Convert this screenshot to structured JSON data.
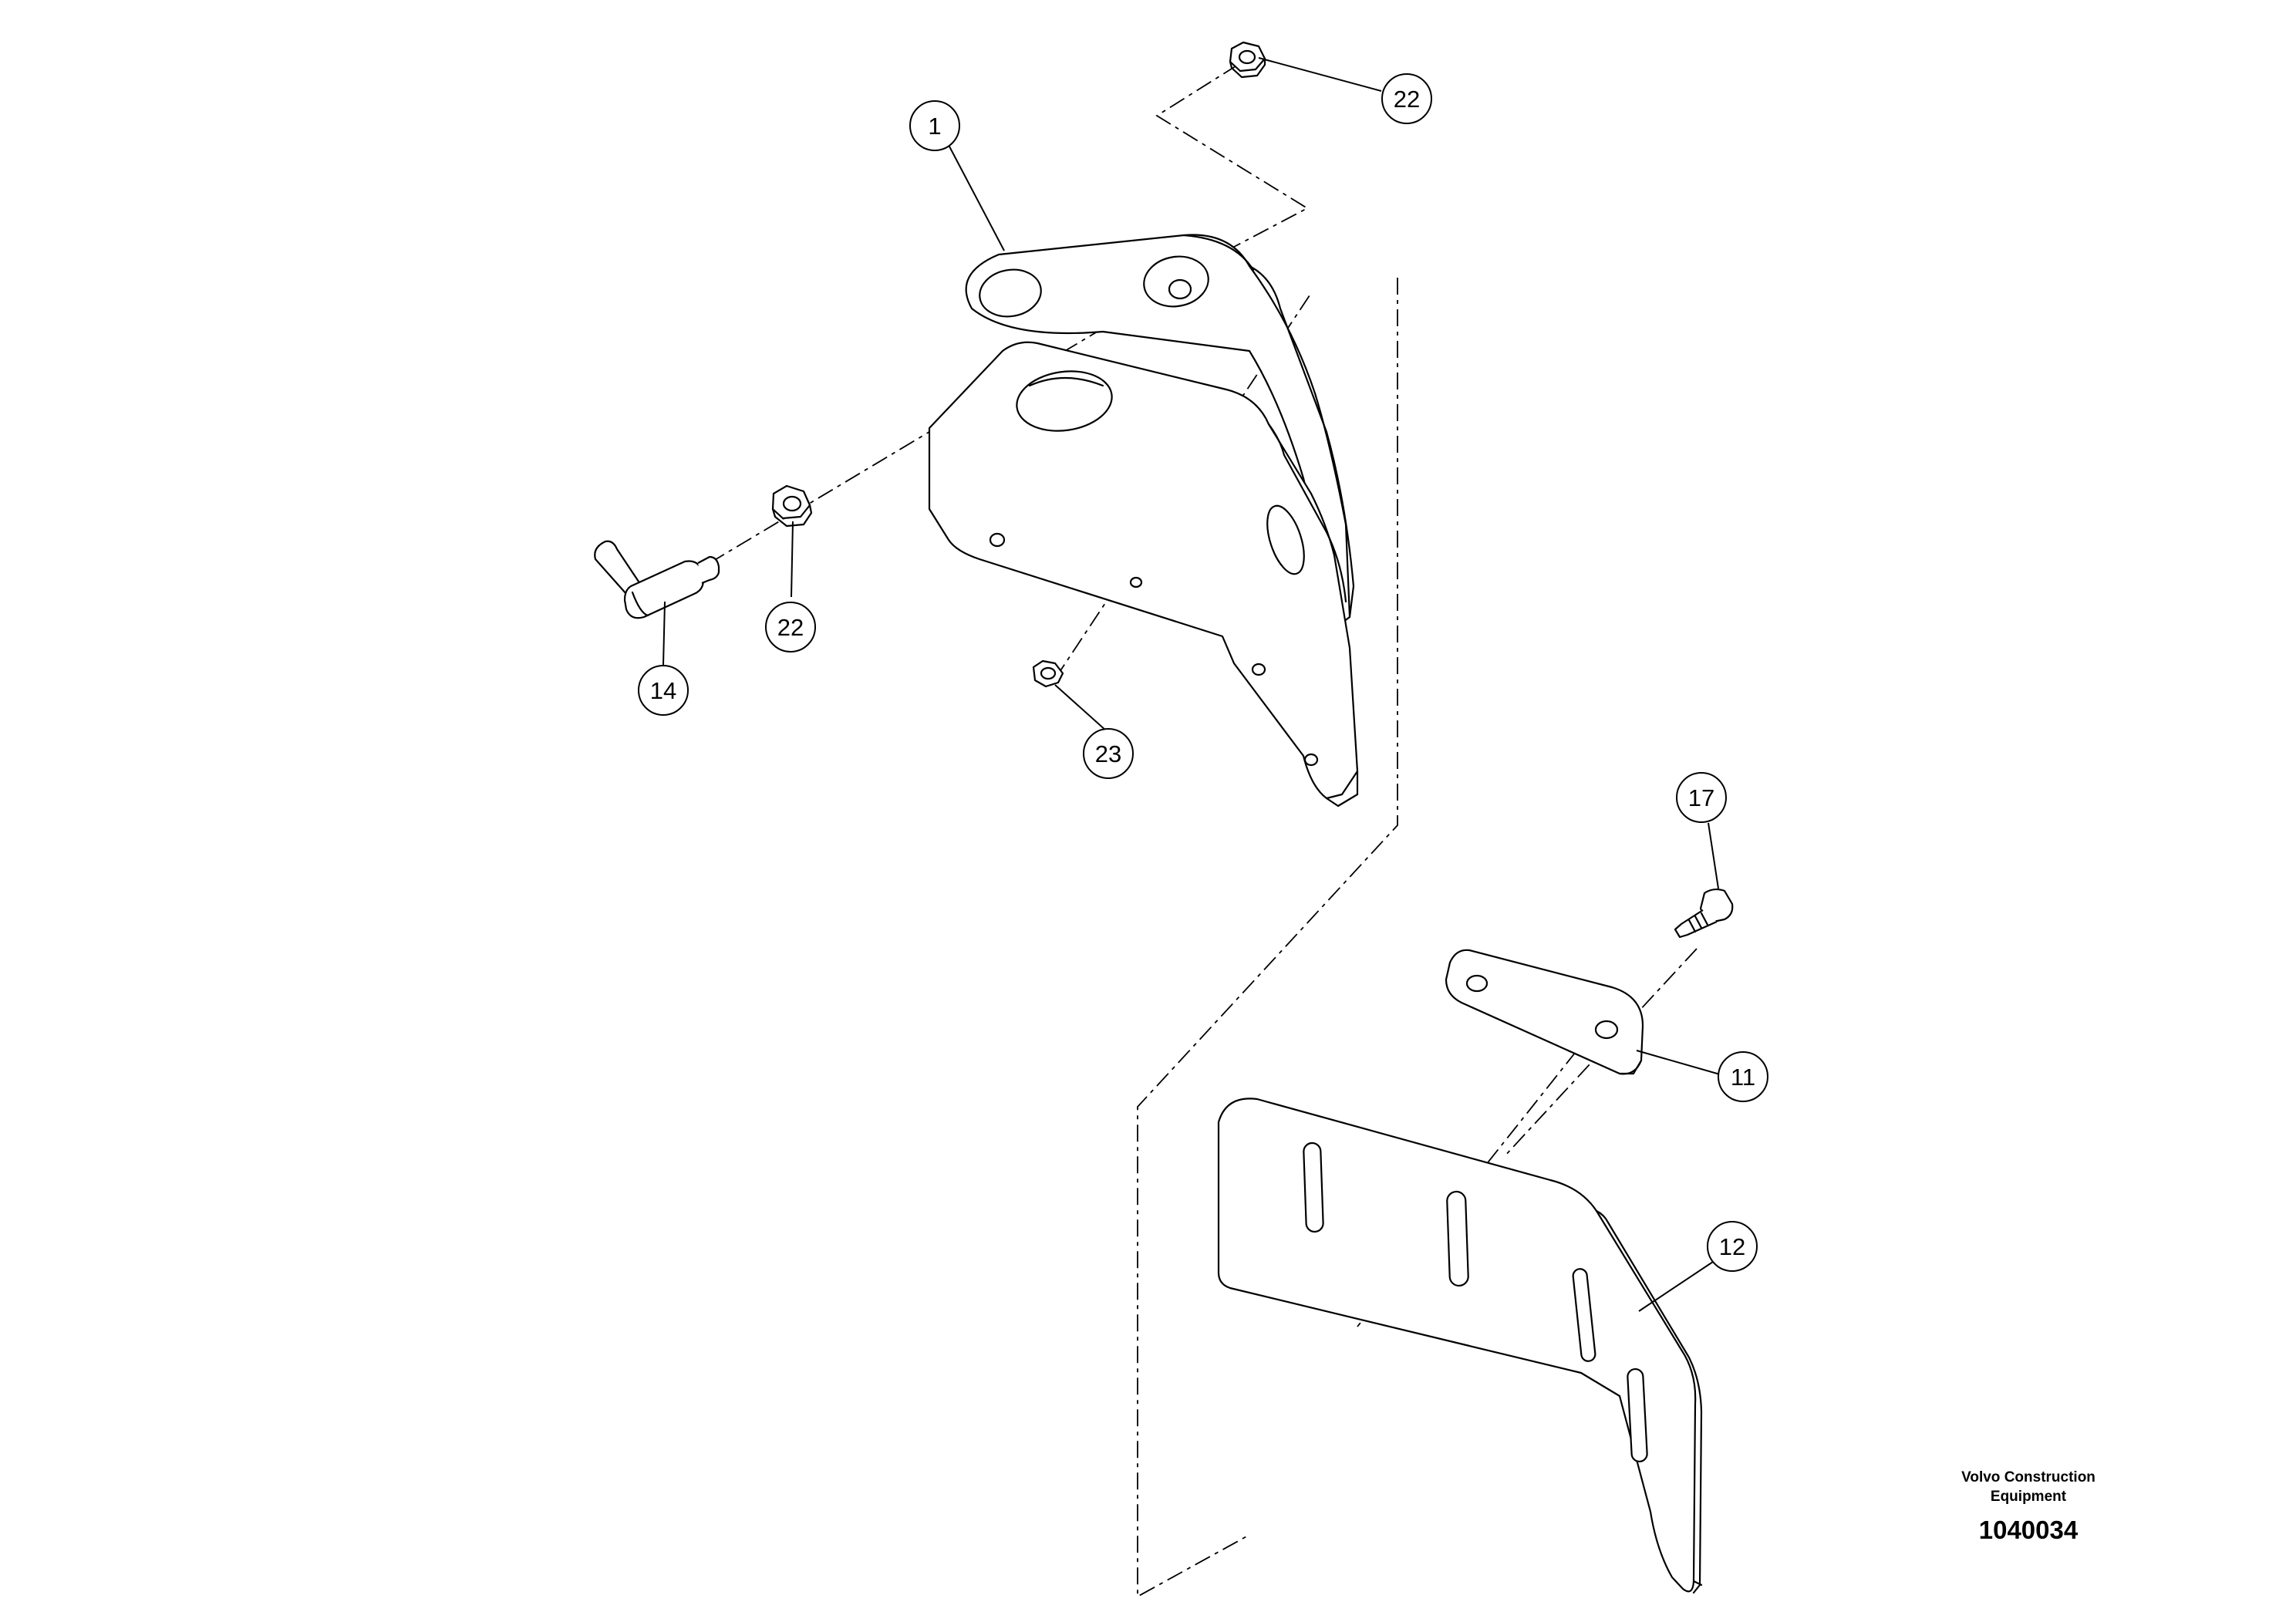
{
  "callouts": [
    {
      "id": "callout-1",
      "label": "1"
    },
    {
      "id": "callout-22-top",
      "label": "22"
    },
    {
      "id": "callout-22-left",
      "label": "22"
    },
    {
      "id": "callout-14",
      "label": "14"
    },
    {
      "id": "callout-23",
      "label": "23"
    },
    {
      "id": "callout-17",
      "label": "17"
    },
    {
      "id": "callout-11",
      "label": "11"
    },
    {
      "id": "callout-12",
      "label": "12"
    }
  ],
  "footer": {
    "manufacturer_line1": "Volvo Construction",
    "manufacturer_line2": "Equipment",
    "drawing_number": "1040034"
  }
}
